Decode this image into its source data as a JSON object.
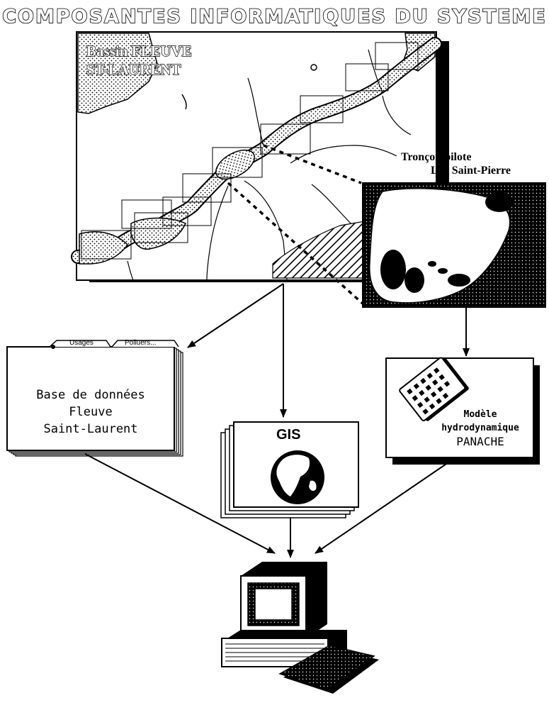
{
  "title": "COMPOSANTES INFORMATIQUES DU SYSTEME",
  "map": {
    "label_line1": "Bassin FLEUVE",
    "label_line2": "ST-LAURENT"
  },
  "pilot": {
    "label_line1": "Tronçon pilote",
    "label_line2": "Lac Saint-Pierre"
  },
  "database": {
    "tab1": "Usages",
    "tab2": "Polluers...",
    "line1": "Base de données",
    "line2": "Fleuve",
    "line3": "Saint-Laurent"
  },
  "gis": {
    "label": "GIS"
  },
  "model": {
    "line1": "Modèle",
    "line2": "hydrodynamique",
    "line3": "PANACHE"
  },
  "icons": [
    "globe-icon",
    "calculator-icon",
    "computer-icon",
    "folder-icon"
  ]
}
